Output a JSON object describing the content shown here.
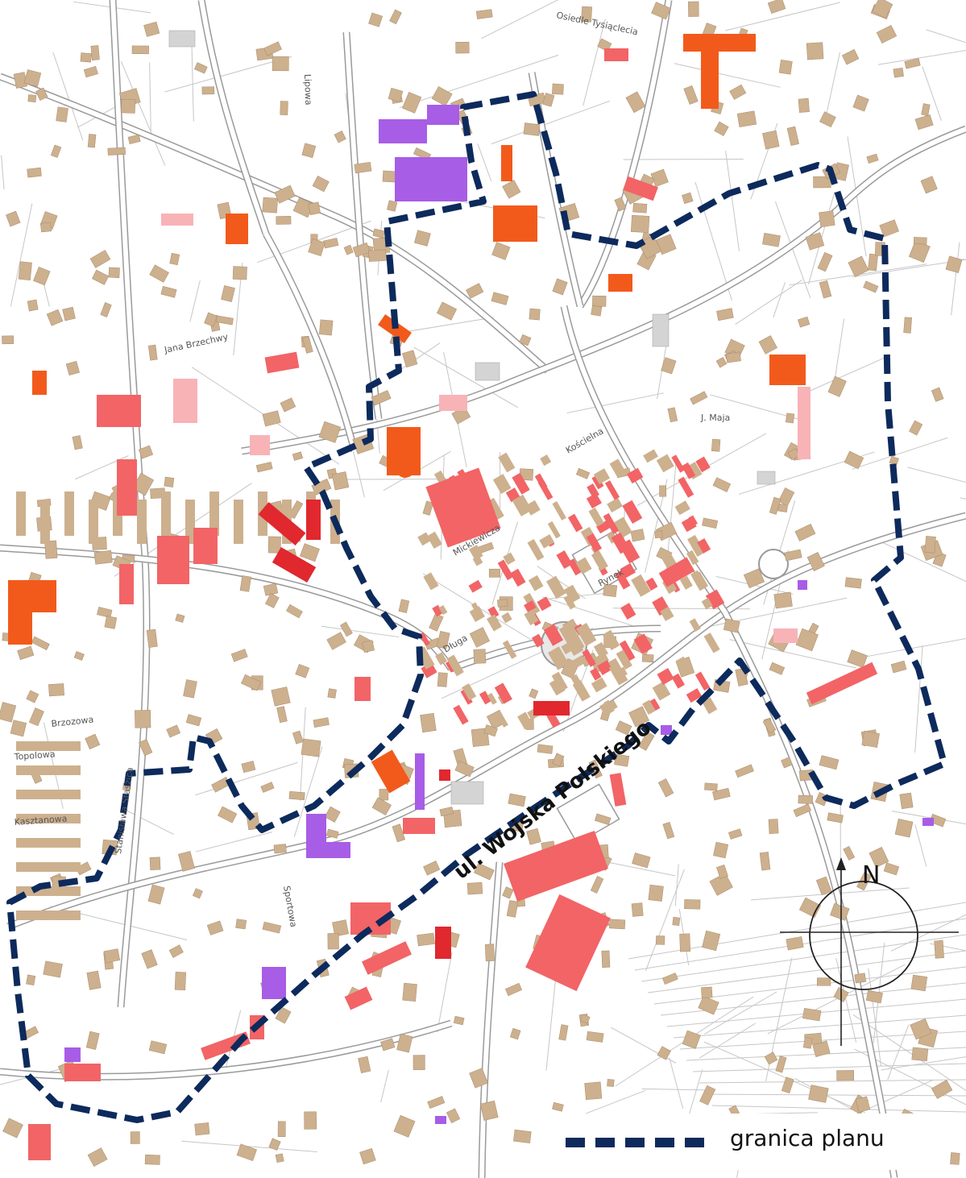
{
  "map": {
    "colors": {
      "background": "#ffffff",
      "street_line": "#9a9a9a",
      "parcel_line": "#c6c6c6",
      "building_tan": "#cdb08e",
      "building_pink": "#f8b3b7",
      "building_salmon": "#f26466",
      "building_red": "#e0282e",
      "building_orange": "#f25a1c",
      "building_purple": "#a75de6",
      "building_grey": "#d4d4d4",
      "plan_boundary": "#0d2a5c"
    },
    "street_labels": [
      "Osiedle Tysiąclecia",
      "Lipowa",
      "Jana Brzechwy",
      "Brzozowa",
      "Topolowa",
      "Kasztanowa",
      "Stanisława Staszica",
      "Rynek",
      "Długa",
      "J. Maja",
      "Mickiewicza",
      "Kościelna",
      "Sportowa"
    ],
    "main_road_label": "ul. Wojska Polskiego",
    "north_arrow_label": "N"
  },
  "legend": {
    "items": [
      {
        "label": "granica planu",
        "color": "#0d2a5c",
        "style": "dashed"
      }
    ]
  }
}
